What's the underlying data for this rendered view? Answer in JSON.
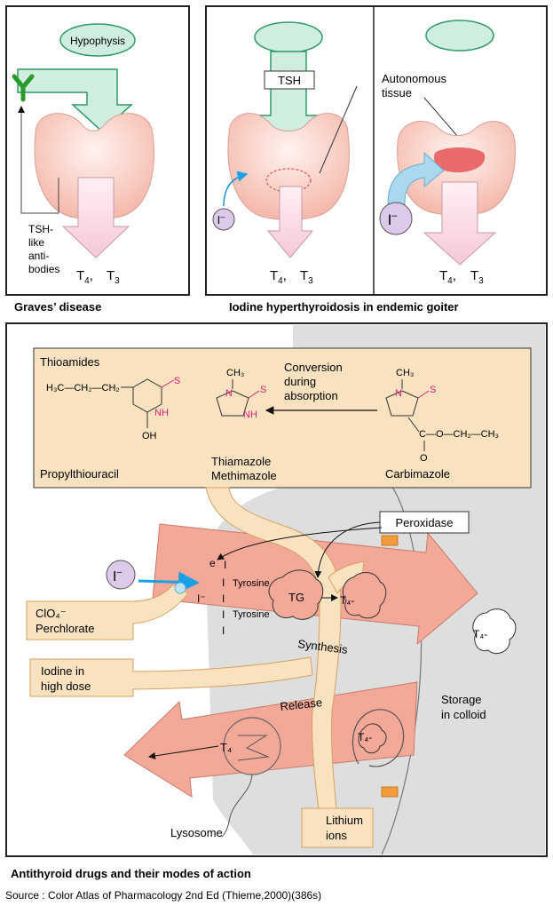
{
  "panel_graves": {
    "hypophysis": "Hypophysis",
    "antibodies": [
      "TSH-",
      "like",
      "anti-",
      "bodies"
    ],
    "t4": "T",
    "t4_sub": "4",
    "t3": "T",
    "t3_sub": "3"
  },
  "panel_iodine": {
    "tsh": "TSH",
    "autonomous": [
      "Autonomous",
      "tissue"
    ],
    "iodide": "I",
    "iodide_sup": "–",
    "t4": "T",
    "t4_sub": "4",
    "t3": "T",
    "t3_sub": "3"
  },
  "captions": {
    "graves": "Graves’ disease",
    "iodine": "Iodine hyperthyroidosis in endemic goiter",
    "main": "Antithyroid drugs and their modes of action",
    "source": "Source : Color Atlas of Pharmacology 2nd Ed (Thieme,2000)(386s)"
  },
  "drugs": {
    "title": "Thioamides",
    "ptu_chain": "H₃C—CH₂—CH₂",
    "ptu_s": "S",
    "ptu_nh": "NH",
    "ptu_oh": "OH",
    "ch3": "CH₃",
    "s": "S",
    "n": "N",
    "nh": "NH",
    "conversion": [
      "Conversion",
      "during",
      "absorption"
    ],
    "ester": "C—O—CH₂—CH₃",
    "ester_o": "O",
    "propyl": "Propylthiouracil",
    "thiamazole": [
      "Thiamazole",
      "Methimazole"
    ],
    "carbimazole": "Carbimazole"
  },
  "cell": {
    "iodide": "I",
    "iodide_sup": "–",
    "perchlorate": [
      "ClO₄⁻",
      "Perchlorate"
    ],
    "iodine_high": [
      "Iodine  in",
      "high dose"
    ],
    "peroxidase": "Peroxidase",
    "e": "e",
    "i_labels": [
      "I",
      "I",
      "I",
      "I",
      "I"
    ],
    "i_minus": "I⁻",
    "tyrosine": [
      "Tyrosine",
      "Tyrosine"
    ],
    "tg": "TG",
    "t4_syn": "T₄-",
    "synthesis": "Synthesis",
    "release": "Release",
    "t4_storage": "T₄-",
    "storage": [
      "Storage",
      "in colloid"
    ],
    "t4_vesicle": "T₄-",
    "t4_lyso": "T₄",
    "lysosome": "Lysosome",
    "lithium": [
      "Lithium",
      "ions"
    ]
  },
  "colors": {
    "green": "#cfeee0",
    "green_stroke": "#2e9a66",
    "pink_arrow": "#f8d6df",
    "salmon": "#f3a898",
    "tan": "#f9e2bf",
    "tan_stroke": "#d7a060",
    "lavender": "#ddc9ea",
    "blue_arrow": "#a9d8ef",
    "gray_bg": "#dcdcdc",
    "red_tissue": "#e86a6a"
  }
}
